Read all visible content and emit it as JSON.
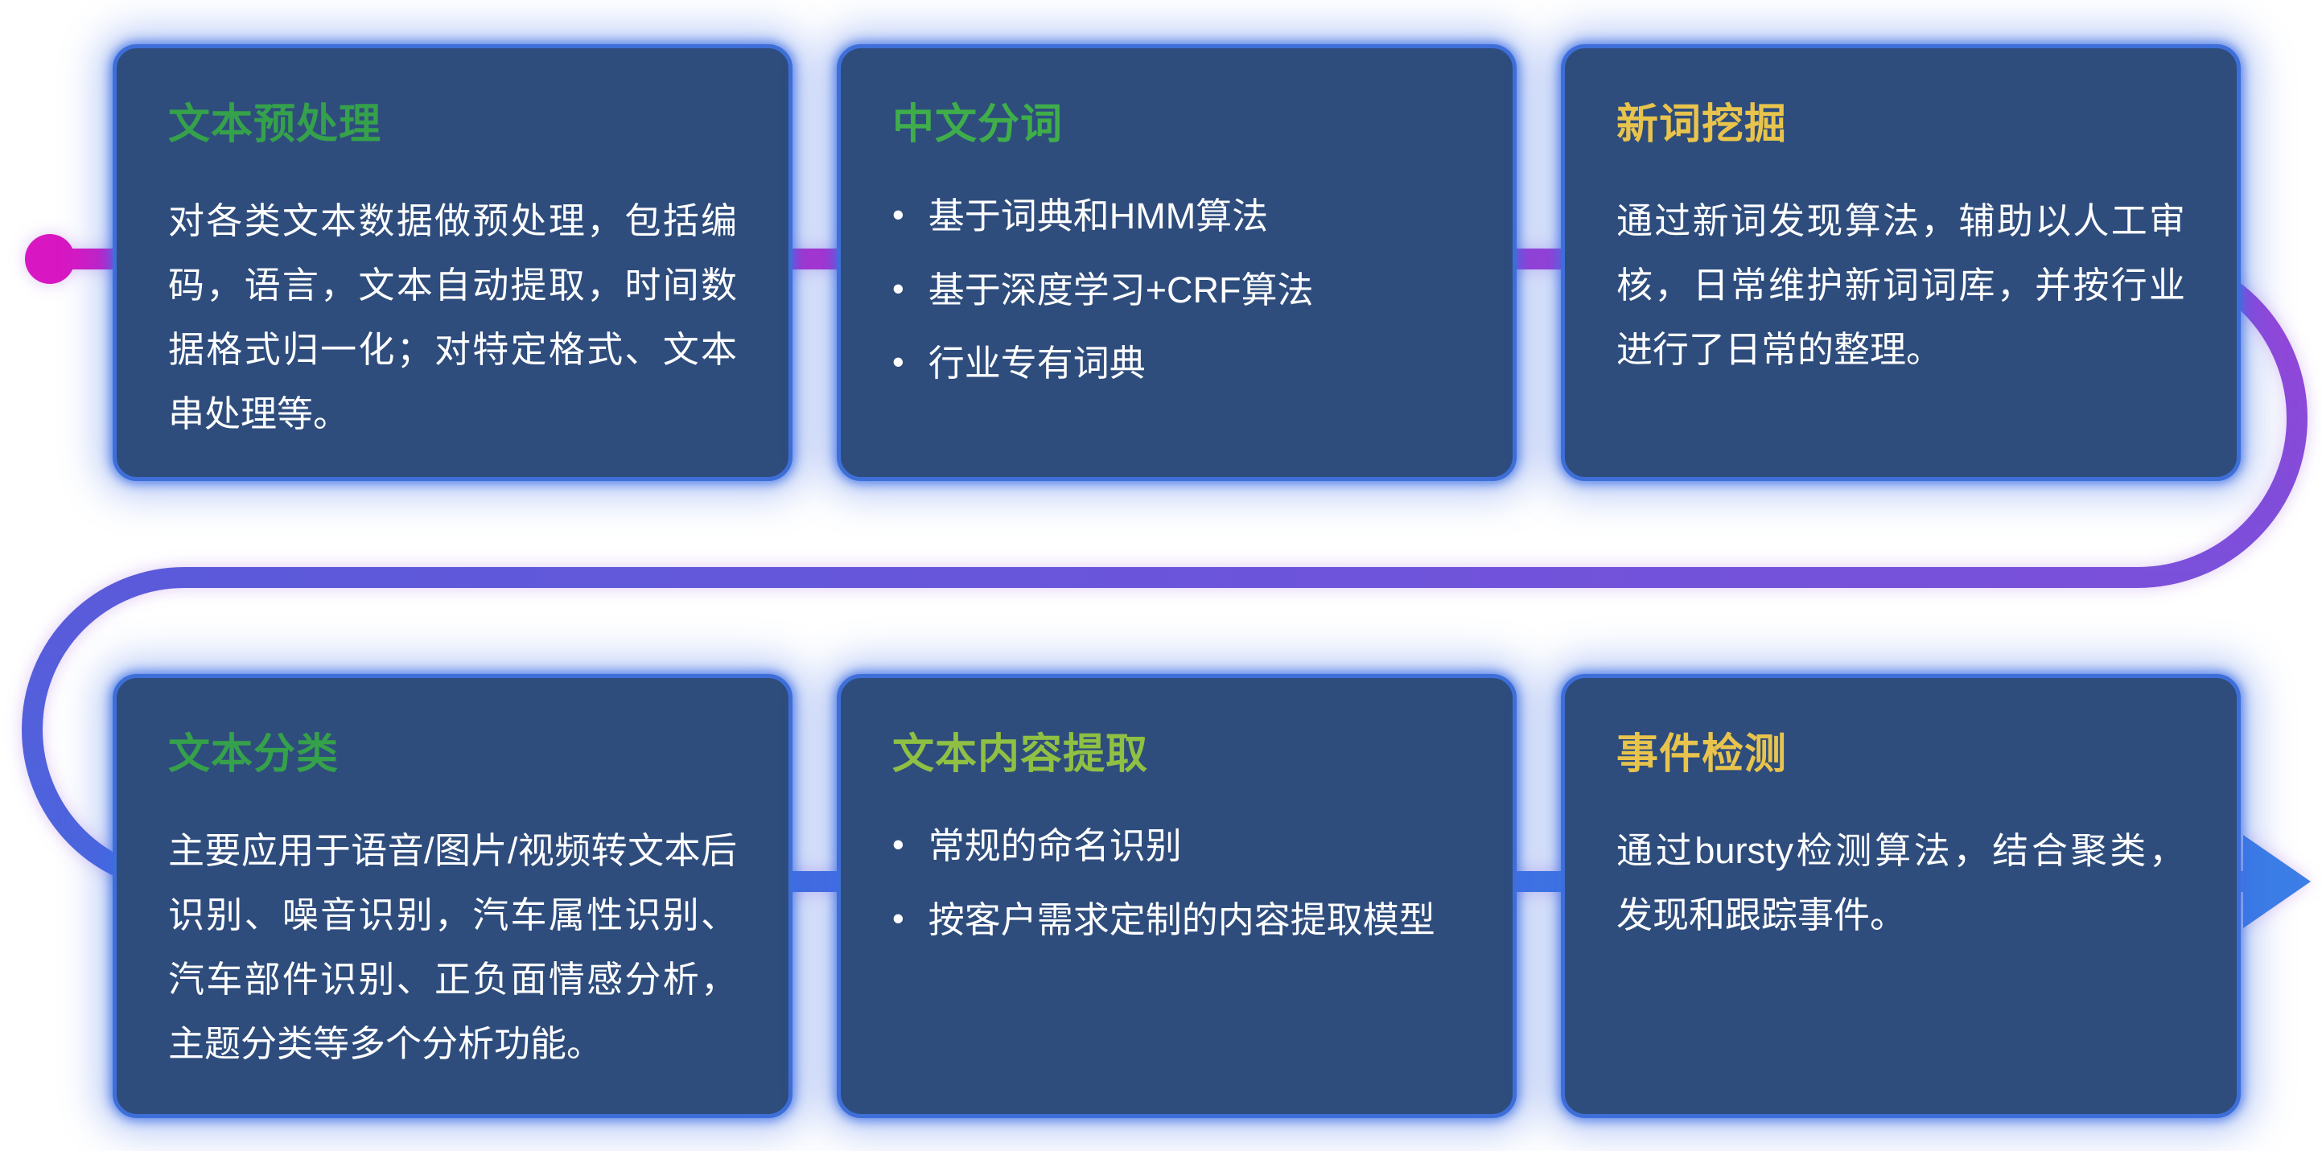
{
  "diagram": {
    "background": "#ffffff"
  },
  "card_style": {
    "background": "#2e4d7d",
    "border": "#3e6fd8",
    "text": "#ffffff"
  },
  "ui": {
    "bullet_glyph": "•"
  },
  "connector": {
    "colors": {
      "magenta": "#d817c2",
      "purple": "#9a44d8",
      "violet": "#7a50da",
      "blue_violet": "#5b5ada",
      "blue": "#4a66de",
      "arrow_blue": "#3c7ee6"
    }
  },
  "cards": [
    {
      "title": "文本预处理",
      "title_color": "#35a14b",
      "type": "paragraph",
      "body": "对各类文本数据做预处理，包括编码，语言，文本自动提取，时间数据格式归一化；对特定格式、文本串处理等。"
    },
    {
      "title": "中文分词",
      "title_color": "#3fae4a",
      "type": "bullets",
      "bullets": [
        "基于词典和HMM算法",
        "基于深度学习+CRF算法",
        "行业专有词典"
      ]
    },
    {
      "title": "新词挖掘",
      "title_color": "#e8c44c",
      "type": "paragraph",
      "body": "通过新词发现算法，辅助以人工审核，日常维护新词词库，并按行业进行了日常的整理。"
    },
    {
      "title": "文本分类",
      "title_color": "#35a14b",
      "type": "paragraph",
      "body": "主要应用于语音/图片/视频转文本后识别、噪音识别，汽车属性识别、汽车部件识别、正负面情感分析，主题分类等多个分析功能。"
    },
    {
      "title": "文本内容提取",
      "title_color": "#8fc043",
      "type": "bullets",
      "bullets": [
        "常规的命名识别",
        "按客户需求定制的内容提取模型"
      ]
    },
    {
      "title": "事件检测",
      "title_color": "#e8c44c",
      "type": "paragraph",
      "body": "通过bursty检测算法，结合聚类，发现和跟踪事件。"
    }
  ]
}
